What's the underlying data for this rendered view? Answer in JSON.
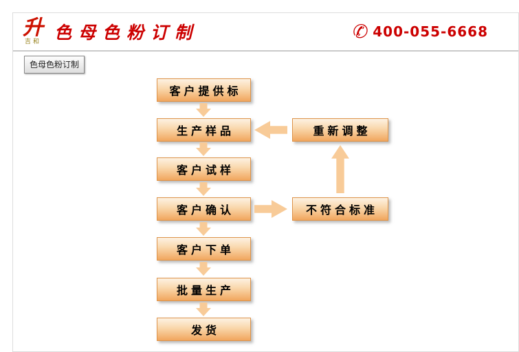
{
  "header": {
    "logo": {
      "symbol": "升",
      "subtext": "吉和"
    },
    "title": "色母色粉订制",
    "phone": {
      "number": "400-055-6668"
    }
  },
  "icons": {
    "phone_icon": "✆"
  },
  "tooltip": "色母色粉订制",
  "flowchart": {
    "main_steps": [
      {
        "label": "客户提供标"
      },
      {
        "label": "生产样品"
      },
      {
        "label": "客户试样"
      },
      {
        "label": "客户确认"
      },
      {
        "label": "客户下单"
      },
      {
        "label": "批量生产"
      },
      {
        "label": "发货"
      }
    ],
    "side_steps": [
      {
        "label": "重新调整"
      },
      {
        "label": "不符合标准"
      }
    ]
  },
  "colors": {
    "accent_red": "#cc0000",
    "box_border": "#dd9248",
    "box_gradient_top": "#fdf2e3",
    "box_gradient_bottom": "#f1a65e",
    "arrow": "#f8cb98"
  }
}
